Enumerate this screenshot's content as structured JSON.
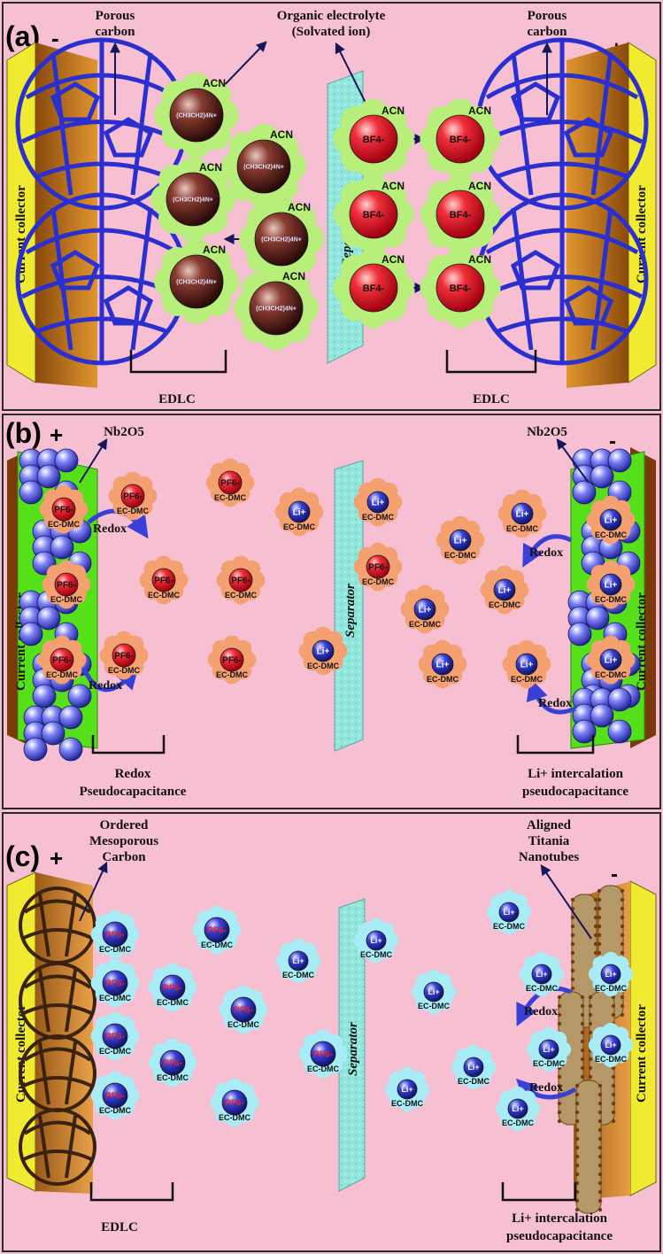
{
  "panels": [
    {
      "label": "(a)",
      "left_sign": "-",
      "right_sign": "+",
      "left_collector": "Current collector",
      "right_collector": "Current collector",
      "separator": "Separator",
      "left_material": [
        "Porous",
        "carbon"
      ],
      "right_material": [
        "Porous",
        "carbon"
      ],
      "center_label": [
        "Organic electrolyte",
        "(Solvated ion)"
      ],
      "left_bracket": [
        "EDLC"
      ],
      "right_bracket": [
        "EDLC"
      ],
      "solvent": "ACN",
      "cation": "(CH3CH2)4N+",
      "anion": "BF4-"
    },
    {
      "label": "(b)",
      "left_sign": "+",
      "right_sign": "-",
      "left_collector": "Current collector",
      "right_collector": "Current collector",
      "separator": "Separator",
      "left_material": [
        "Nb2O5"
      ],
      "right_material": [
        "Nb2O5"
      ],
      "left_bracket": [
        "Redox",
        "Pseudocapacitance"
      ],
      "right_bracket": [
        "Li+ intercalation",
        "pseudocapacitance"
      ],
      "redox": "Redox",
      "solvent": "EC-DMC",
      "cation": "Li+",
      "anion": "PF6-"
    },
    {
      "label": "(c)",
      "left_sign": "+",
      "right_sign": "-",
      "left_collector": "Current collector",
      "right_collector": "Current collector",
      "separator": "Separator",
      "left_material": [
        "Ordered",
        "Mesoporous",
        "Carbon"
      ],
      "right_material": [
        "Aligned",
        "Titania",
        "Nanotubes"
      ],
      "left_bracket": [
        "EDLC"
      ],
      "right_bracket": [
        "Li+ intercalation",
        "pseudocapacitance"
      ],
      "redox": "Redox",
      "solvent": "EC-DMC",
      "cation": "Li+",
      "anion": "PF6-"
    }
  ],
  "colors": {
    "background": "#f7bfd2",
    "frame": "#2a2a2a",
    "collector_a": "#c9781c",
    "collector_b_edge": "#55e01a",
    "collector_c": "#c07a2c",
    "fullerene_blue": "#2a2fd0",
    "fullerene_brown": "#3a2210",
    "separator": "#8fe3d8",
    "solvation_green": "#b7ef7a",
    "solvation_orange": "#f4a070",
    "solvation_cyan": "#a8ecf5",
    "cation_brown": "#6b2a22",
    "anion_red": "#e8202a",
    "li_blue": "#2830c0",
    "nb2o5_blue": "#5c60e8",
    "arrow": "#16165a",
    "redox_arrow": "#3a3fd8",
    "nanotube": "#8a6a30"
  }
}
